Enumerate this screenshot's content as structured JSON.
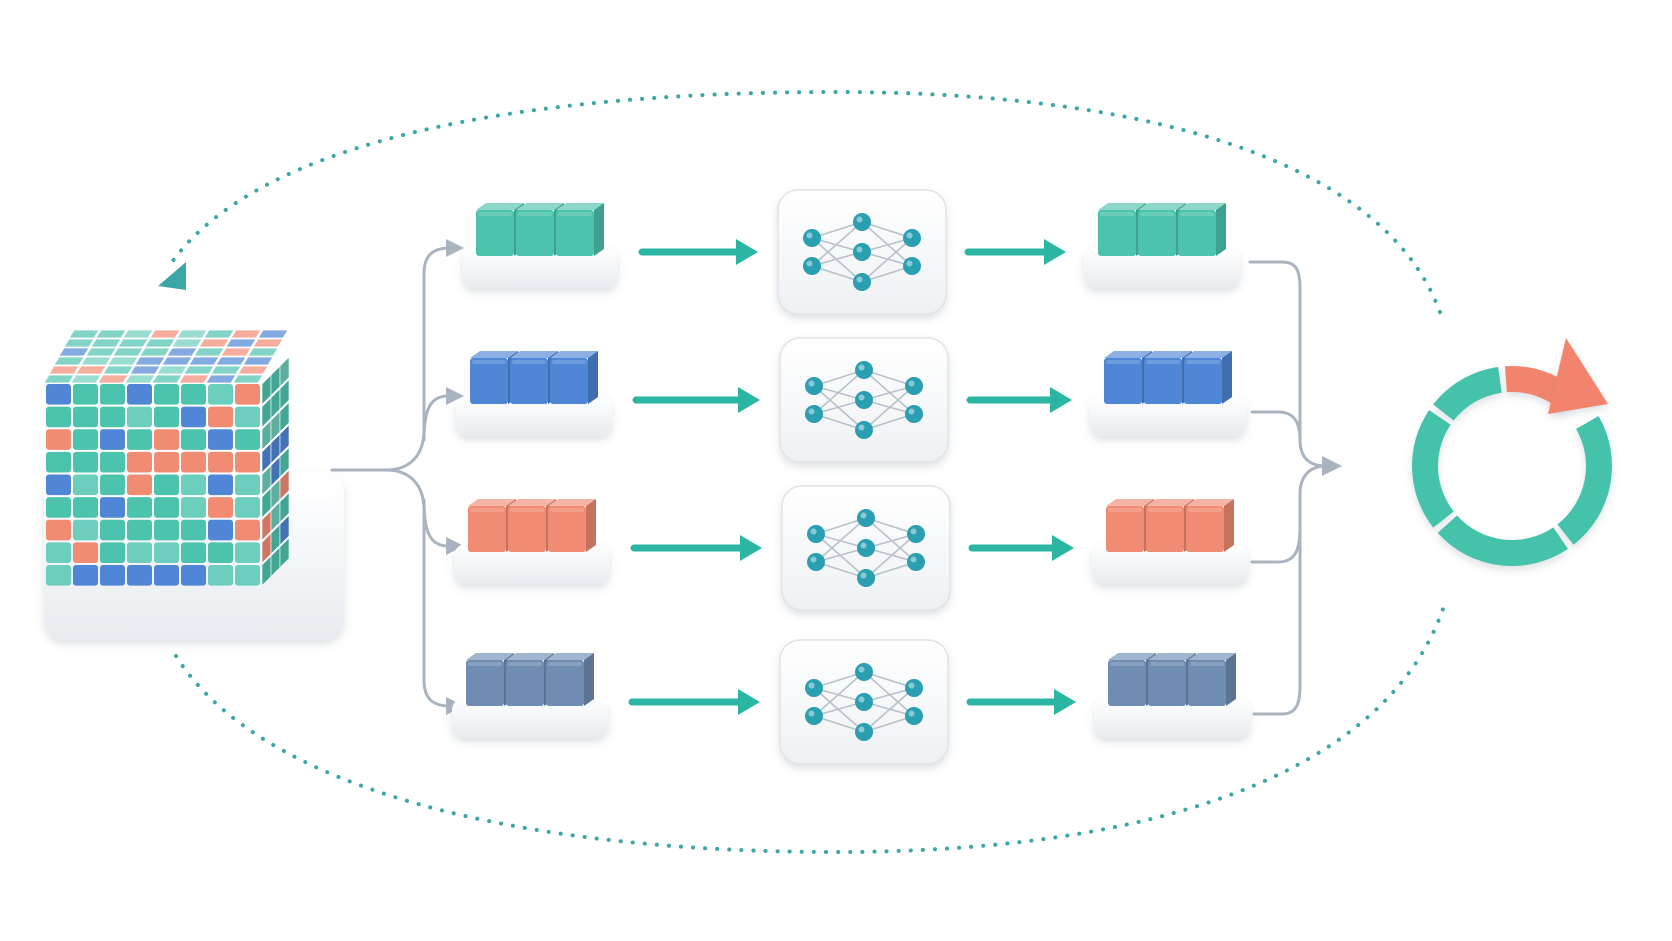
{
  "diagram": {
    "colors": {
      "teal": "#4cc3ad",
      "blue": "#4f86d6",
      "coral": "#f08b74",
      "slate": "#6f8db3",
      "arrow": "#2bb5a3",
      "connector": "#aab4c0",
      "dotted": "#3aa6a6",
      "node": "#2a9fb2",
      "edge": "#b8c2cc",
      "cycle": "#45c2aa",
      "cycle_arrow": "#f2846d"
    },
    "source_cube": {
      "icon": "data-cube-icon",
      "color_legend": [
        "teal",
        "blue",
        "coral",
        "slate"
      ]
    },
    "rows": [
      {
        "color": "teal"
      },
      {
        "color": "blue"
      },
      {
        "color": "coral"
      },
      {
        "color": "slate"
      }
    ],
    "model_icon": "neural-network-icon",
    "cycle_icon": "cycle-icon"
  }
}
